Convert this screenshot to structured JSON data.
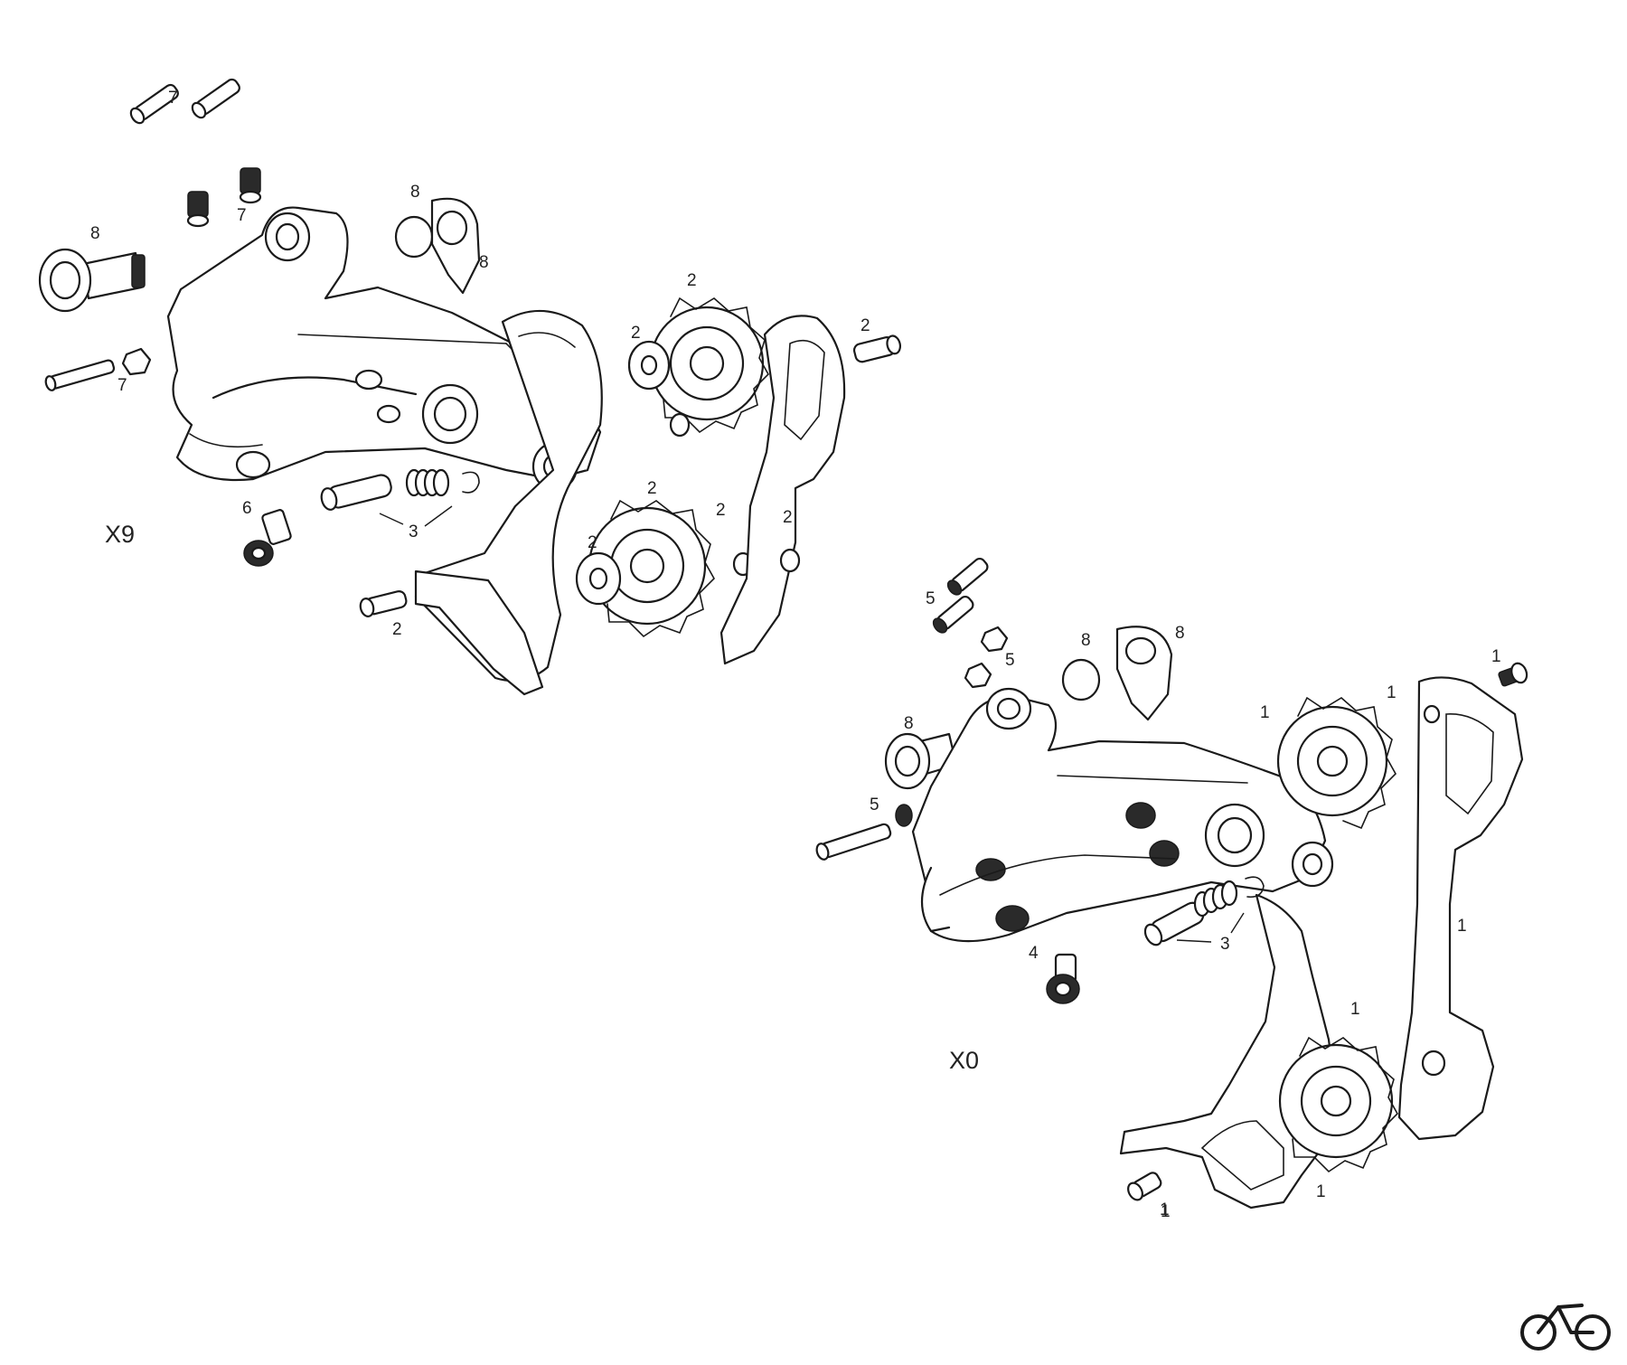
{
  "groups": [
    {
      "model": "X9",
      "callouts": [
        "7",
        "7",
        "8",
        "8",
        "8",
        "7",
        "2",
        "2",
        "2",
        "2",
        "2",
        "2",
        "2",
        "3",
        "6",
        "2"
      ]
    },
    {
      "model": "X0",
      "callouts": [
        "5",
        "5",
        "8",
        "8",
        "8",
        "5",
        "1",
        "1",
        "1",
        "1",
        "1",
        "1",
        "1",
        "3",
        "4",
        "1"
      ]
    }
  ],
  "logo": {
    "icon": "bicycle-icon"
  }
}
